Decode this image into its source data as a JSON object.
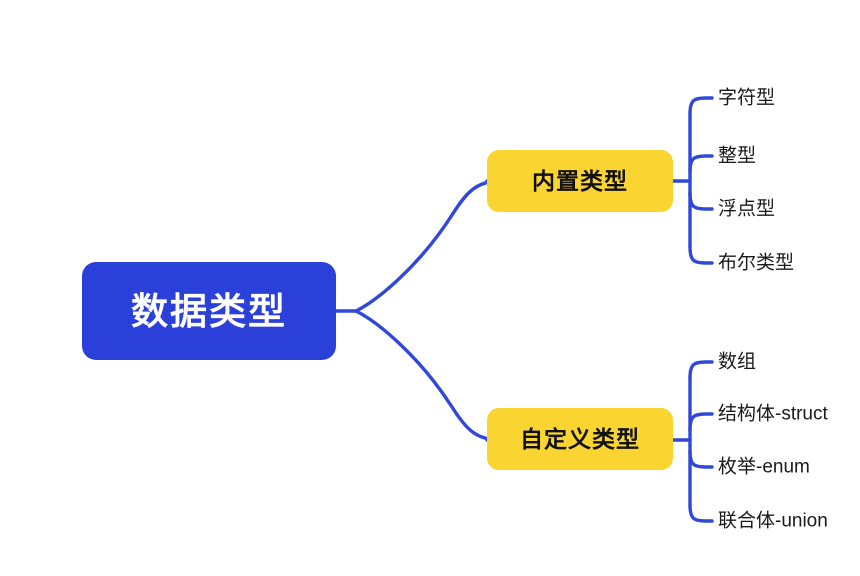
{
  "diagram": {
    "title": "数据类型",
    "type": "mindmap",
    "colors": {
      "root_fill": "#2B3FD9",
      "root_text": "#FFFFFF",
      "branch_fill": "#FAD431",
      "branch_text": "#111111",
      "connector": "#2F48DB",
      "leaf_text": "#1A1A1A",
      "background": "#FFFFFF"
    },
    "root": {
      "label": "数据类型"
    },
    "branches": [
      {
        "label": "内置类型",
        "leaves": [
          {
            "label": "字符型"
          },
          {
            "label": "整型"
          },
          {
            "label": "浮点型"
          },
          {
            "label": "布尔类型"
          }
        ]
      },
      {
        "label": "自定义类型",
        "leaves": [
          {
            "label": "数组"
          },
          {
            "label": "结构体-struct"
          },
          {
            "label": "枚举-enum"
          },
          {
            "label": "联合体-union"
          }
        ]
      }
    ]
  }
}
